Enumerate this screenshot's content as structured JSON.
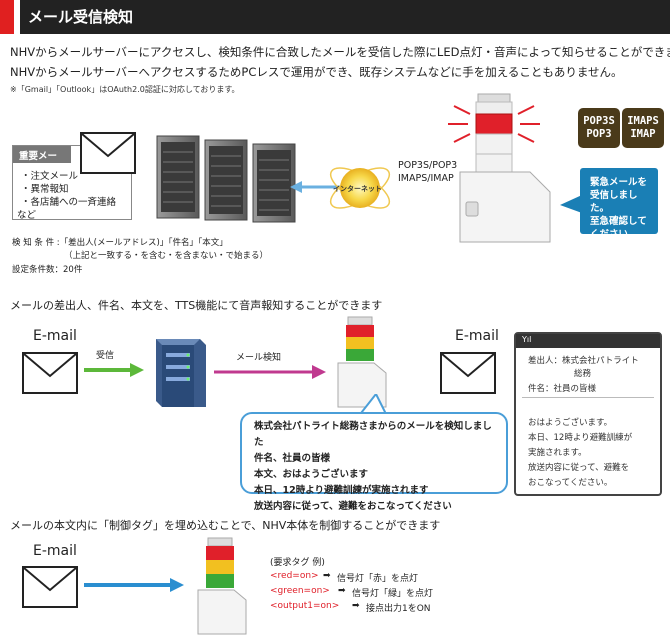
{
  "header": {
    "title": "メール受信検知"
  },
  "intro": {
    "line1": "NHVからメールサーバーにアクセスし、検知条件に合致したメールを受信した際にLED点灯・音声によって知らせることができます。",
    "line2": "NHVからメールサーバーへアクセスするためPCレスで運用ができ、既存システムなどに手を加えることもありません。",
    "note": "※「Gmail」「Outlook」はOAuth2.0認証に対応しております。"
  },
  "section1": {
    "important_mail": {
      "header": "重要メール",
      "items": [
        "・注文メール",
        "・異常報知",
        "・各店舗への一斉連絡",
        "など"
      ]
    },
    "conditions": {
      "line1": "検 知 条 件 :「差出人(メールアドレス)」「件名」「本文」",
      "line2": "（上記と一致する・を含む・を含まない・で始まる）",
      "line3": "設定条件数：20件"
    },
    "internet_label": "インターネット",
    "protocol_line1": "POP3S/POP3",
    "protocol_line2": "IMAPS/IMAP",
    "badges": [
      {
        "line1": "POP3S",
        "line2": "POP3"
      },
      {
        "line1": "IMAPS",
        "line2": "IMAP"
      }
    ],
    "callout": [
      "緊急メールを",
      "受信しました。",
      "至急確認して",
      "ください。"
    ]
  },
  "section2": {
    "heading": "メールの差出人、件名、本文を、TTS機能にて音声報知することができます",
    "email_label_left": "E-mail",
    "receive_label": "受信",
    "detect_label": "メール検知",
    "email_label_right": "E-mail",
    "speech": [
      "株式会社パトライト総務さまからのメールを検知しました",
      "件名、社員の皆様",
      "本文、おはようございます",
      "本日、12時より避難訓練が実施されます",
      "放送内容に従って、避難をおこなってください"
    ],
    "phone": {
      "signal": "Yıl",
      "sender_line1": "差出人：株式会社パトライト",
      "sender_line2": "総務",
      "subject": "件名：社員の皆様",
      "body": [
        "おはようございます。",
        "本日、12時より避難訓練が",
        "実施されます。",
        "放送内容に従って、避難を",
        "おこなってください。"
      ]
    }
  },
  "section3": {
    "heading": "メールの本文内に「制御タグ」を埋め込むことで、NHV本体を制御することができます",
    "email_label": "E-mail",
    "example_title": "(要求タグ 例)",
    "tags": [
      {
        "tag": "<red=on>",
        "desc": "信号灯「赤」を点灯"
      },
      {
        "tag": "<green=on>",
        "desc": "信号灯「緑」を点灯"
      },
      {
        "tag": "<output1=on>",
        "desc": "接点出力1をON"
      }
    ]
  }
}
